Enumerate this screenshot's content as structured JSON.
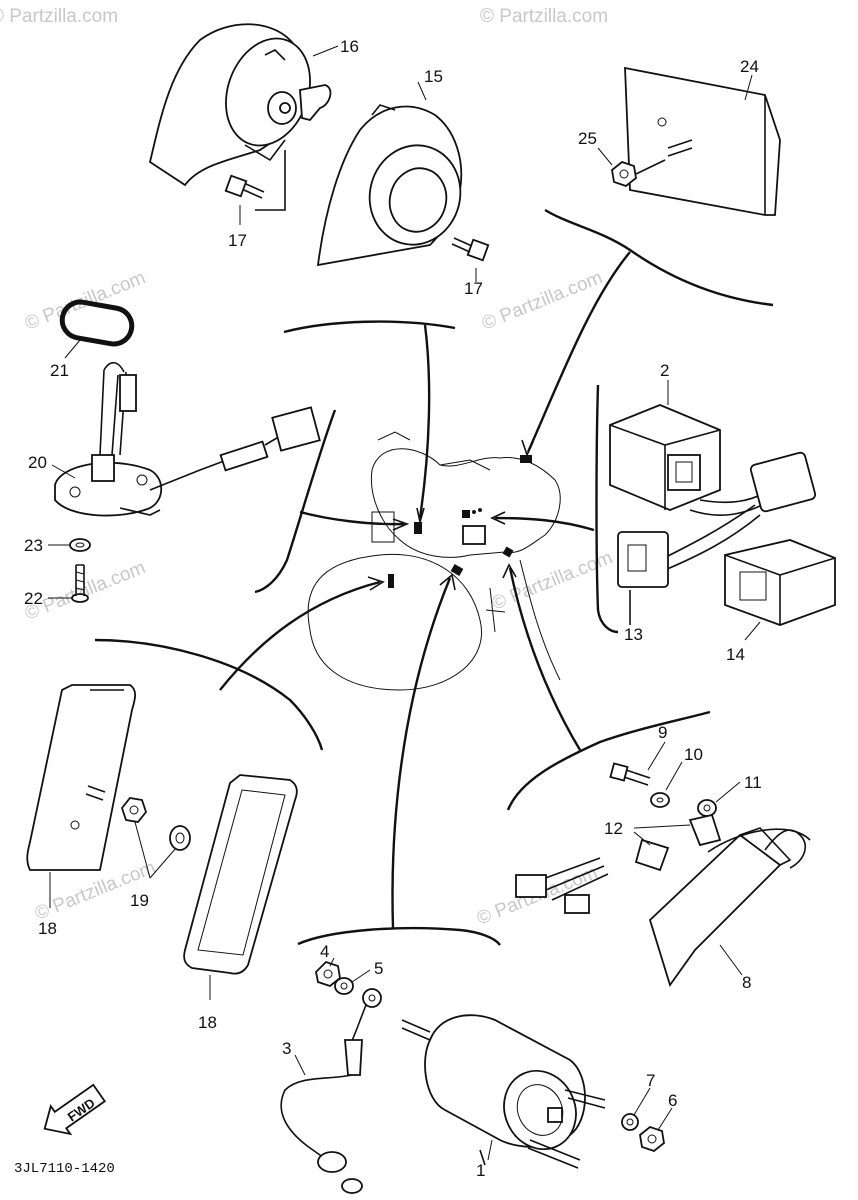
{
  "watermarks": [
    "© Partzilla.com",
    "© Partzilla.com",
    "© Partzilla.com",
    "© Partzilla.com",
    "© Partzilla.com",
    "© Partzilla.com",
    "© Partzilla.com",
    "© Partzilla.com"
  ],
  "parts": {
    "p1": "1",
    "p2": "2",
    "p3": "3",
    "p4": "4",
    "p5": "5",
    "p6": "6",
    "p7": "7",
    "p8": "8",
    "p9": "9",
    "p10": "10",
    "p11": "11",
    "p12": "12",
    "p13": "13",
    "p14": "14",
    "p15": "15",
    "p16": "16",
    "p17a": "17",
    "p17b": "17",
    "p18a": "18",
    "p18b": "18",
    "p19": "19",
    "p20": "20",
    "p21": "21",
    "p22": "22",
    "p23": "23",
    "p24": "24",
    "p25": "25"
  },
  "fwd_label": "FWD",
  "diagram_code": "3JL7110-1420"
}
